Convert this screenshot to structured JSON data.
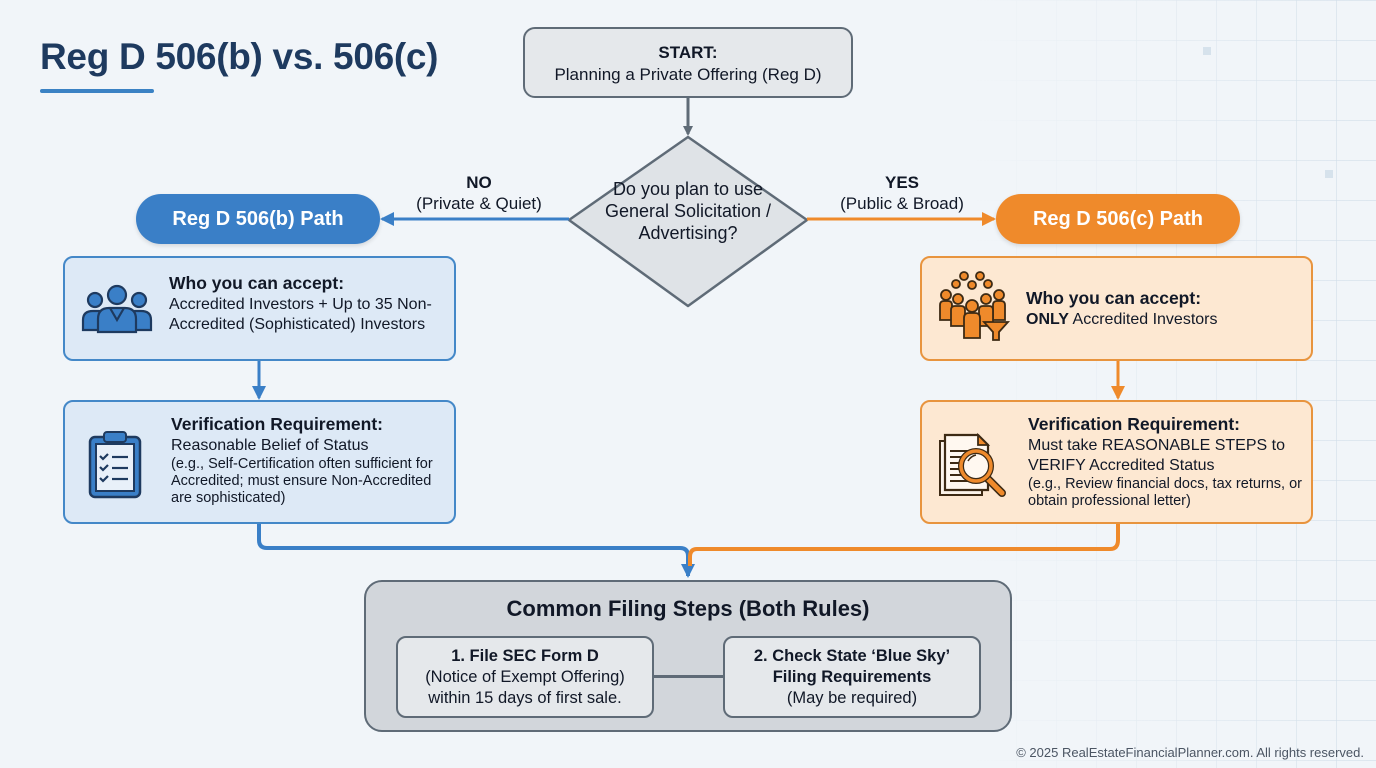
{
  "title": "Reg D 506(b) vs. 506(c)",
  "colors": {
    "blue_accent": "#3a7fc7",
    "orange_accent": "#ef8a2b",
    "neutral_border": "#5f6b77",
    "title_color": "#1e3a5f"
  },
  "start": {
    "label": "START:",
    "text": "Planning a Private Offering (Reg D)"
  },
  "decision": {
    "question": "Do you plan to use General Solicitation / Advertising?"
  },
  "branches": {
    "no": {
      "label": "NO",
      "sub": "(Private & Quiet)"
    },
    "yes": {
      "label": "YES",
      "sub": "(Public & Broad)"
    }
  },
  "path_b": {
    "label": "Reg D 506(b) Path",
    "who": {
      "icon": "people-group-icon",
      "heading": "Who you can accept:",
      "text": "Accredited Investors + Up to 35 Non-Accredited (Sophisticated) Investors"
    },
    "verification": {
      "icon": "clipboard-checklist-icon",
      "heading": "Verification Requirement:",
      "text": "Reasonable Belief of Status",
      "note": "(e.g., Self-Certification often sufficient for Accredited; must ensure Non-Accredited are sophisticated)"
    }
  },
  "path_c": {
    "label": "Reg D 506(c) Path",
    "who": {
      "icon": "crowd-filter-icon",
      "heading": "Who you can accept:",
      "emphasis": "ONLY",
      "text": " Accredited Investors"
    },
    "verification": {
      "icon": "document-magnifier-icon",
      "heading": "Verification Requirement:",
      "text": "Must take REASONABLE STEPS to VERIFY Accredited Status",
      "note": "(e.g., Review financial docs, tax returns, or obtain professional letter)"
    }
  },
  "common": {
    "title": "Common Filing Steps (Both Rules)",
    "steps": [
      {
        "title": "1. File SEC Form D",
        "text": "(Notice of Exempt Offering) within 15 days of first sale."
      },
      {
        "title": "2. Check State ‘Blue Sky’ Filing Requirements",
        "text": "(May be required)"
      }
    ]
  },
  "footer": "© 2025 RealEstateFinancialPlanner.com. All rights reserved."
}
